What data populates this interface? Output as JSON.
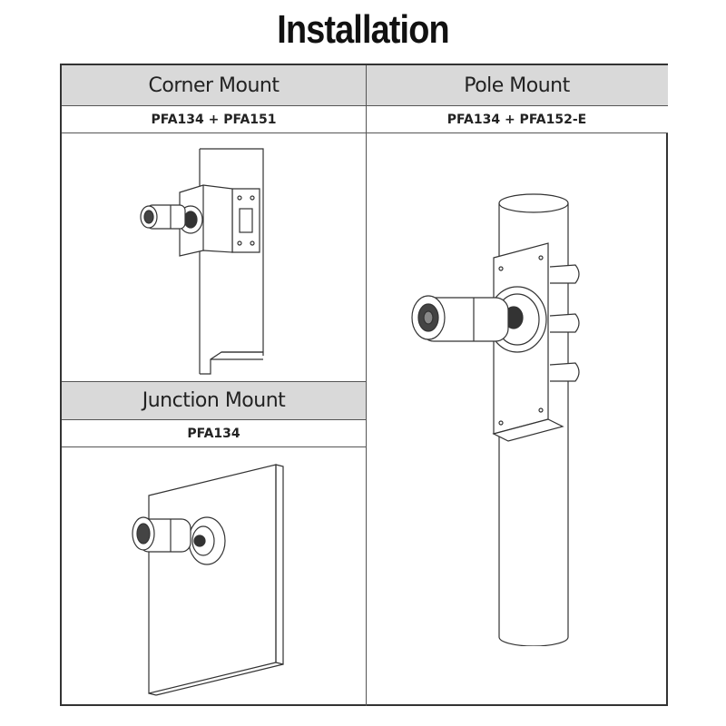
{
  "page": {
    "title": "Installation"
  },
  "sections": {
    "corner": {
      "heading": "Corner Mount",
      "models": "PFA134 + PFA151"
    },
    "pole": {
      "heading": "Pole Mount",
      "models": "PFA134 + PFA152-E"
    },
    "junction": {
      "heading": "Junction Mount",
      "models": "PFA134"
    }
  },
  "colors": {
    "header_bg": "#d9d9d9",
    "line": "#444444"
  }
}
